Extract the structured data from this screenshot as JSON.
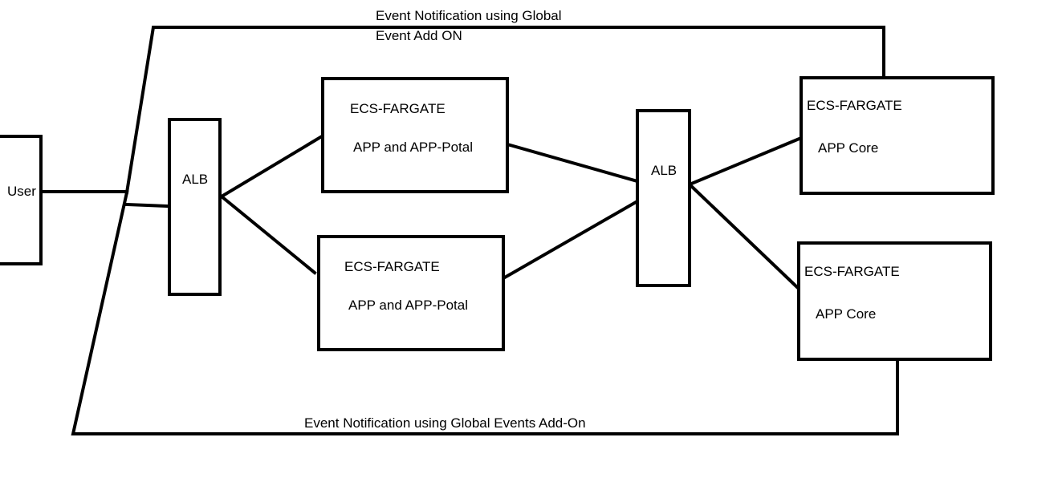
{
  "diagram": {
    "user": {
      "label": "User"
    },
    "alb_left": {
      "label": "ALB"
    },
    "alb_right": {
      "label": "ALB"
    },
    "ecs_top_left": {
      "title": "ECS-FARGATE",
      "subtitle": "APP and APP-Potal"
    },
    "ecs_bottom_left": {
      "title": "ECS-FARGATE",
      "subtitle": "APP and APP-Potal"
    },
    "ecs_top_right": {
      "title": "ECS-FARGATE",
      "subtitle": "APP Core"
    },
    "ecs_bottom_right": {
      "title": "ECS-FARGATE",
      "subtitle": "APP Core"
    },
    "top_caption": {
      "line1": "Event Notification using Global",
      "line2": "Event Add ON"
    },
    "bottom_caption": {
      "text": "Event Notification using Global Events Add-On"
    }
  },
  "colors": {
    "stroke": "#000000",
    "background": "#ffffff"
  }
}
